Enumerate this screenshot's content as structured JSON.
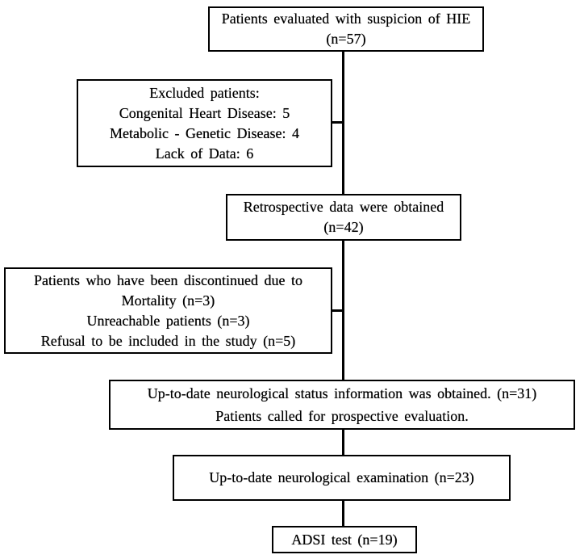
{
  "diagram_type": "patient-flowchart",
  "colors": {
    "line": "#000000",
    "text": "#000000",
    "background": "#ffffff"
  },
  "nodes": {
    "suspicion": {
      "line1": "Patients evaluated with suspicion of HIE",
      "line2": "(n=57)"
    },
    "excluded": {
      "line1": "Excluded patients:",
      "line2": "Congenital Heart Disease: 5",
      "line3": "Metabolic - Genetic Disease: 4",
      "line4": "Lack of Data: 6"
    },
    "retrospective": {
      "line1": "Retrospective data were obtained",
      "line2": "(n=42)"
    },
    "discontinued": {
      "line1": "Patients who have been discontinued due to",
      "line2": "Mortality (n=3)",
      "line3": "Unreachable patients (n=3)",
      "line4": "Refusal to be included in the study (n=5)"
    },
    "status": {
      "line1": "Up-to-date neurological status information was obtained. (n=31)",
      "line2": "Patients called for prospective evaluation."
    },
    "examination": {
      "line1": "Up-to-date neurological examination (n=23)"
    },
    "adsi": {
      "line1": "ADSI test (n=19)"
    }
  }
}
